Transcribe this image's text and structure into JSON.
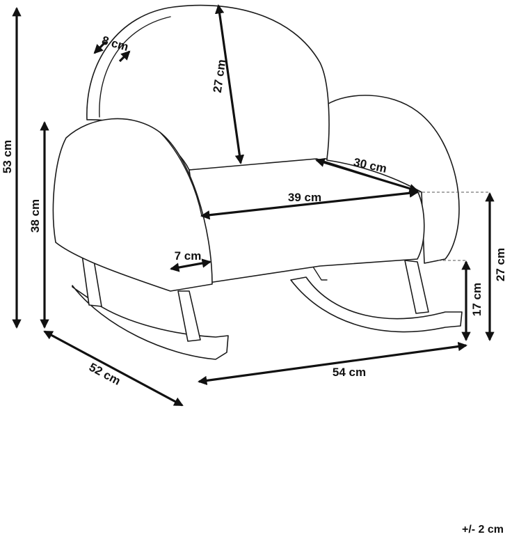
{
  "dimensions": {
    "total_height": "53 cm",
    "arm_height": "38 cm",
    "back_thickness": "8 cm",
    "back_height": "27 cm",
    "seat_depth": "30 cm",
    "seat_width": "39 cm",
    "arm_width": "7 cm",
    "depth": "52 cm",
    "width": "54 cm",
    "seat_height": "27 cm",
    "rocker_height": "17 cm"
  },
  "tolerance": "+/- 2 cm",
  "colors": {
    "line": "#1a1a1a",
    "background": "#ffffff"
  }
}
